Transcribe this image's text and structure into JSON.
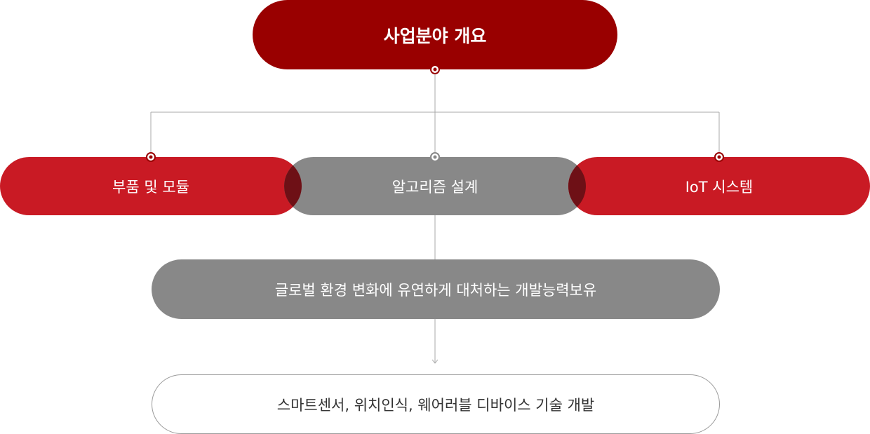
{
  "colors": {
    "top": "#990000",
    "side": "#c91a24",
    "middle": "#888888",
    "overlap": "#6e1016",
    "connector": "#a8a8a8",
    "dot_ring_red": "#990000",
    "dot_ring_gray": "#888888"
  },
  "nodes": {
    "top": "사업분야 개요",
    "left": "부품 및 모듈",
    "middle": "알고리즘 설계",
    "right": "IoT 시스템",
    "capability": "글로벌 환경 변화에 유연하게 대처하는 개발능력보유",
    "outcome": "스마트센서, 위치인식, 웨어러블 디바이스 기술 개발"
  }
}
